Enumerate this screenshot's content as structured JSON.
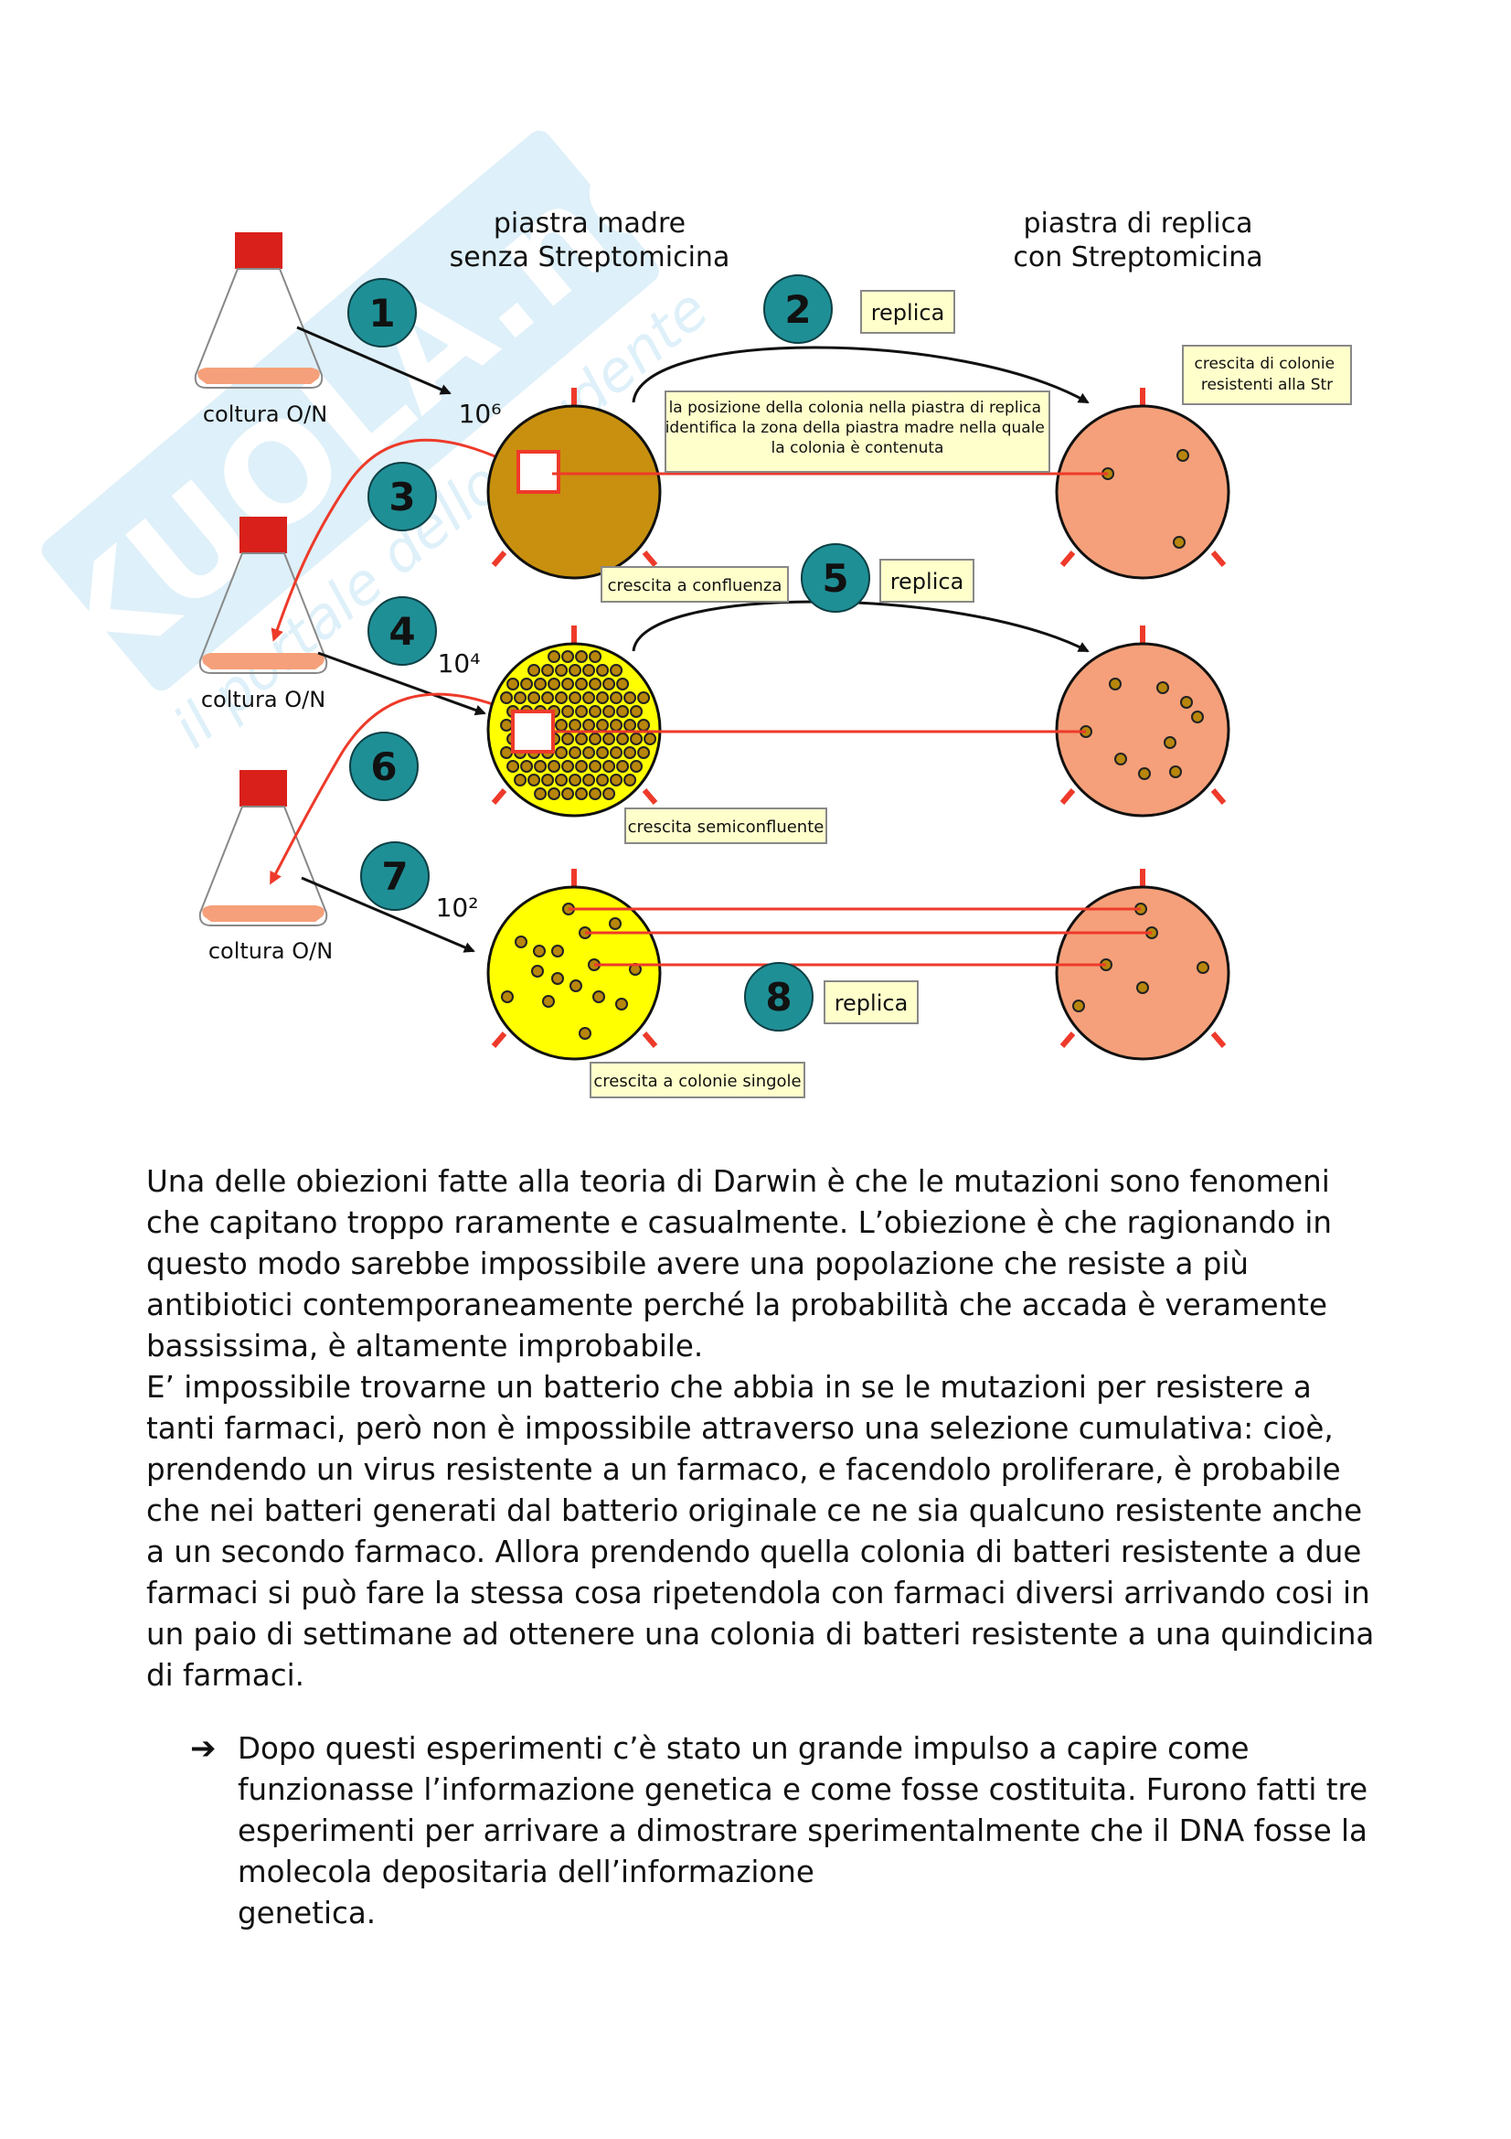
{
  "diagram": {
    "header_left": "piastra madre\nsenza Streptomicina",
    "header_right": "piastra di replica\ncon Streptomicina",
    "culture_label": "coltura O/N",
    "step_numbers": [
      "1",
      "2",
      "3",
      "4",
      "5",
      "6",
      "7",
      "8"
    ],
    "replica_label": "replica",
    "density_labels": [
      "10⁶",
      "10⁴",
      "10²"
    ],
    "note_position": "la posizione della colonia nella piastra di replica\nidentifica la zona della piastra madre nella quale\nla colonia è contenuta",
    "note_resistant": "crescita di colonie\nresistenti alla Str",
    "growth_labels": [
      "crescita a confluenza",
      "crescita semiconfluente",
      "crescita a colonie singole"
    ],
    "watermark": "SKUOLA.net il portale dello studente",
    "colors": {
      "teal": "#1f8f96",
      "plate_orange": "#f5a07a",
      "plate_brown": "#c8900e",
      "plate_yellow": "#ffff00",
      "red": "#ee3a2a",
      "note_bg": "#ffffcc"
    }
  },
  "text": {
    "p1": "Una delle obiezioni fatte alla teoria di Darwin è che le mutazioni sono fenomeni che capitano troppo raramente e casualmente. L’obiezione è che ragionando in questo modo sarebbe impossibile avere una popolazione che resiste a più antibiotici contemporaneamente perché la probabilità che accada è veramente bassissima, è altamente improbabile.",
    "p2": "E’ impossibile trovarne un batterio che abbia in se le mutazioni per resistere a tanti farmaci, però non è impossibile attraverso una selezione cumulativa: cioè, prendendo un virus resistente a un farmaco, e facendolo proliferare, è probabile che nei batteri generati dal batterio originale ce ne sia qualcuno resistente anche a un secondo farmaco. Allora prendendo quella colonia di batteri resistente a due farmaci si può fare la stessa cosa ripetendola con farmaci diversi arrivando cosi in un paio di settimane ad ottenere una colonia di batteri resistente  a una quindicina di farmaci.",
    "bullet_icon": "arrow-right-icon",
    "bullet_arrow": "➔",
    "bullet": "Dopo questi esperimenti c’è stato  un grande impulso a capire come funzionasse l’informazione genetica e come fosse costituita. Furono fatti tre esperimenti per arrivare a dimostrare sperimentalmente che il DNA fosse la molecola depositaria dell’informazione\ngenetica."
  }
}
